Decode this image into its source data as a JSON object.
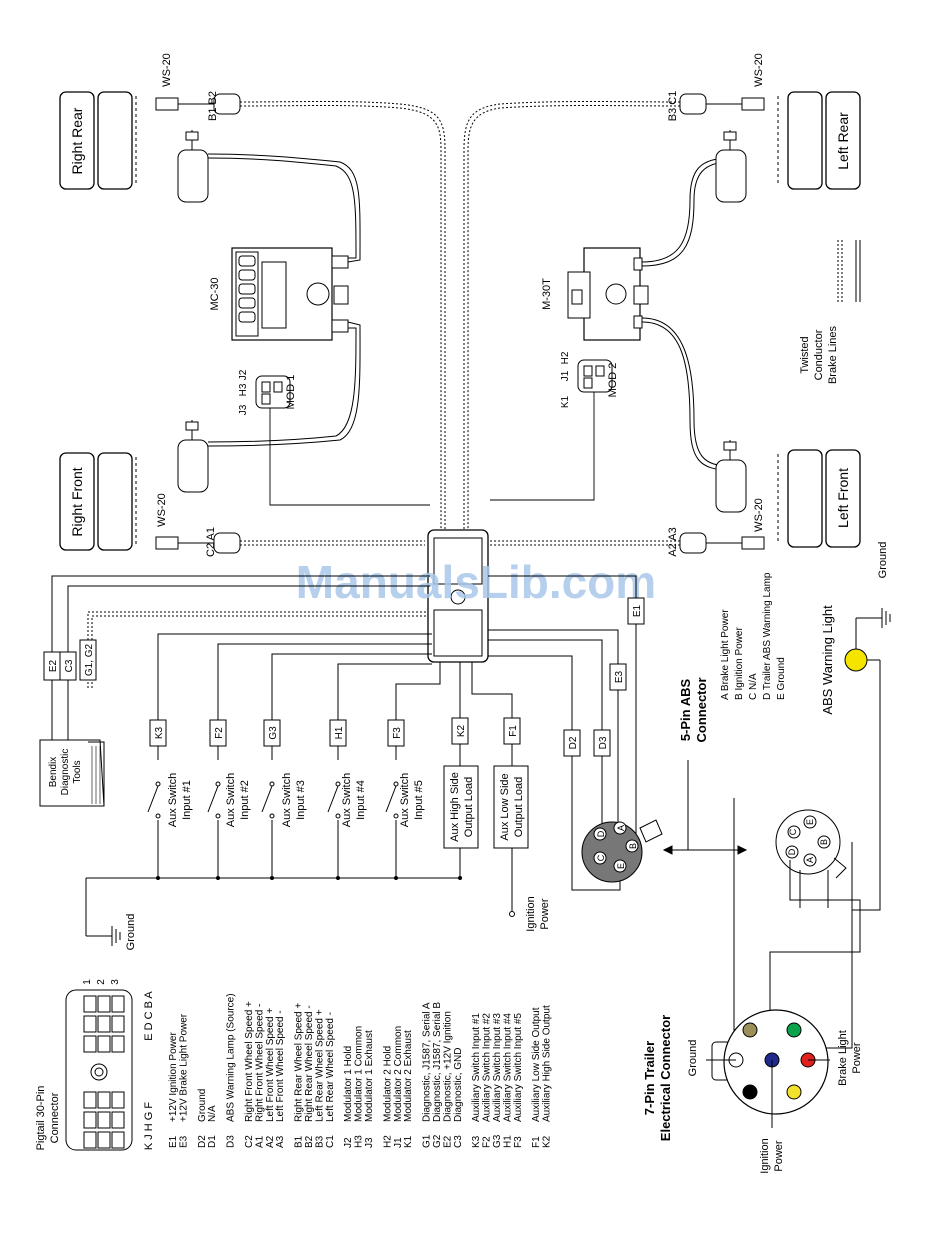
{
  "wheels": {
    "right_rear": "Right Rear",
    "left_rear": "Left Rear",
    "right_front": "Right Front",
    "left_front": "Left Front"
  },
  "sensors": {
    "ws20_rr": "WS-20",
    "ws20_lr": "WS-20",
    "ws20_rf": "WS-20",
    "ws20_lf": "WS-20",
    "pins_rr": "B1 B2",
    "pins_lr": "B3 C1",
    "pins_rf": "C2 A1",
    "pins_lf": "A2 A3"
  },
  "units": {
    "mc30": "MC-30",
    "m30t": "M-30T",
    "mod1": "MOD 1",
    "mod2": "MOD 2",
    "mod1_pins": {
      "j2": "J2",
      "h3": "H3",
      "j3": "J3"
    },
    "mod2_pins": {
      "h2": "H2",
      "j1": "J1",
      "k1": "K1"
    }
  },
  "legend": {
    "twisted": "Twisted",
    "conductor": "Conductor",
    "brake_lines": "Brake Lines"
  },
  "grounds": {
    "top": "Ground",
    "left": "Ground",
    "trailer": "Ground"
  },
  "abs_warning_light": "ABS Warning Light",
  "wire_labels": {
    "e2": "E2",
    "c3": "C3",
    "g1g2": "G1, G2",
    "k3": "K3",
    "f2": "F2",
    "g3": "G3",
    "h1": "H1",
    "f3": "F3",
    "k2": "K2",
    "f1": "F1",
    "d2": "D2",
    "d3": "D3",
    "e3": "E3",
    "e1": "E1"
  },
  "diag_tools": [
    "Bendix",
    "Diagnostic",
    "Tools"
  ],
  "aux_switches": [
    {
      "line1": "Aux Switch",
      "line2": "Input #1"
    },
    {
      "line1": "Aux Switch",
      "line2": "Input #2"
    },
    {
      "line1": "Aux Switch",
      "line2": "Input #3"
    },
    {
      "line1": "Aux Switch",
      "line2": "Input #4"
    },
    {
      "line1": "Aux Switch",
      "line2": "Input #5"
    }
  ],
  "aux_high": [
    "Aux High Side",
    "Output Load"
  ],
  "aux_low": [
    "Aux Low Side",
    "Output Load"
  ],
  "ignition_power": [
    "Ignition",
    "Power"
  ],
  "five_pin": {
    "title": [
      "5-Pin ABS",
      "Connector"
    ],
    "items": [
      "A  Brake Light Power",
      "B  Ignition Power",
      "C  N/A",
      "D  Trailer ABS Warning Lamp",
      "E  Ground"
    ],
    "pins": [
      "A",
      "B",
      "C",
      "D",
      "E"
    ]
  },
  "seven_pin": {
    "title": [
      "7-Pin Trailer",
      "Electrical Connector"
    ],
    "ground": "Ground",
    "ignition": [
      "Ignition",
      "Power"
    ],
    "brake": [
      "Brake Light",
      "Power"
    ]
  },
  "pigtail": {
    "title": [
      "Pigtail 30-Pin",
      "Connector"
    ],
    "row_letters_left": "K J H G F",
    "row_letters_right": "E D C B A",
    "row_numbers": [
      "1",
      "2",
      "3"
    ],
    "pins": [
      {
        "code": "E1",
        "desc": "+12V Ignition Power"
      },
      {
        "code": "E3",
        "desc": "+12V Brake Light Power"
      },
      {
        "code": "D2",
        "desc": "Ground"
      },
      {
        "code": "D1",
        "desc": "N/A"
      },
      {
        "code": "D3",
        "desc": "ABS Warning Lamp (Source)"
      },
      {
        "code": "C2",
        "desc": "Right Front Wheel Speed +"
      },
      {
        "code": "A1",
        "desc": "Right Front Wheel Speed -"
      },
      {
        "code": "A2",
        "desc": "Left Front Wheel Speed +"
      },
      {
        "code": "A3",
        "desc": "Left Front Wheel Speed -"
      },
      {
        "code": "B1",
        "desc": "Right Rear Wheel Speed +"
      },
      {
        "code": "B2",
        "desc": "Right Rear Wheel Speed -"
      },
      {
        "code": "B3",
        "desc": "Left Rear Wheel Speed +"
      },
      {
        "code": "C1",
        "desc": "Left Rear Wheel Speed -"
      },
      {
        "code": "J2",
        "desc": "Modulator 1 Hold"
      },
      {
        "code": "H3",
        "desc": "Modulator 1 Common"
      },
      {
        "code": "J3",
        "desc": "Modulator 1 Exhaust"
      },
      {
        "code": "H2",
        "desc": "Modulator 2 Hold"
      },
      {
        "code": "J1",
        "desc": "Modulator 2 Common"
      },
      {
        "code": "K1",
        "desc": "Modulator 2 Exhaust"
      },
      {
        "code": "G1",
        "desc": "Diagnostic, J1587, Serial A"
      },
      {
        "code": "G2",
        "desc": "Diagnostic, J1587, Serial B"
      },
      {
        "code": "E2",
        "desc": "Diagnostic, +12V Ignition"
      },
      {
        "code": "C3",
        "desc": "Diagnostic, GND"
      },
      {
        "code": "K3",
        "desc": "Auxiliary Switch Input #1"
      },
      {
        "code": "F2",
        "desc": "Auxiliary Switch Input #2"
      },
      {
        "code": "G3",
        "desc": "Auxiliary Switch Input #3"
      },
      {
        "code": "H1",
        "desc": "Auxiliary Switch Input #4"
      },
      {
        "code": "F3",
        "desc": "Auxiliary Switch Input #5"
      },
      {
        "code": "F1",
        "desc": "Auxiliary Low Side Output"
      },
      {
        "code": "K2",
        "desc": "Auxiliary High Side Output"
      }
    ]
  },
  "watermark": "ManualsLib.com",
  "colors": {
    "line": "#000000",
    "light_yellow": "#f5e400",
    "watermark": "#a9c7ea",
    "trailer_olive": "#9c8f5a",
    "trailer_green": "#0aa24a",
    "trailer_blue": "#1f2a8c",
    "trailer_red": "#e01f1f",
    "trailer_yellow": "#f2e22b",
    "trailer_black": "#000000",
    "trailer_white": "#ffffff"
  }
}
